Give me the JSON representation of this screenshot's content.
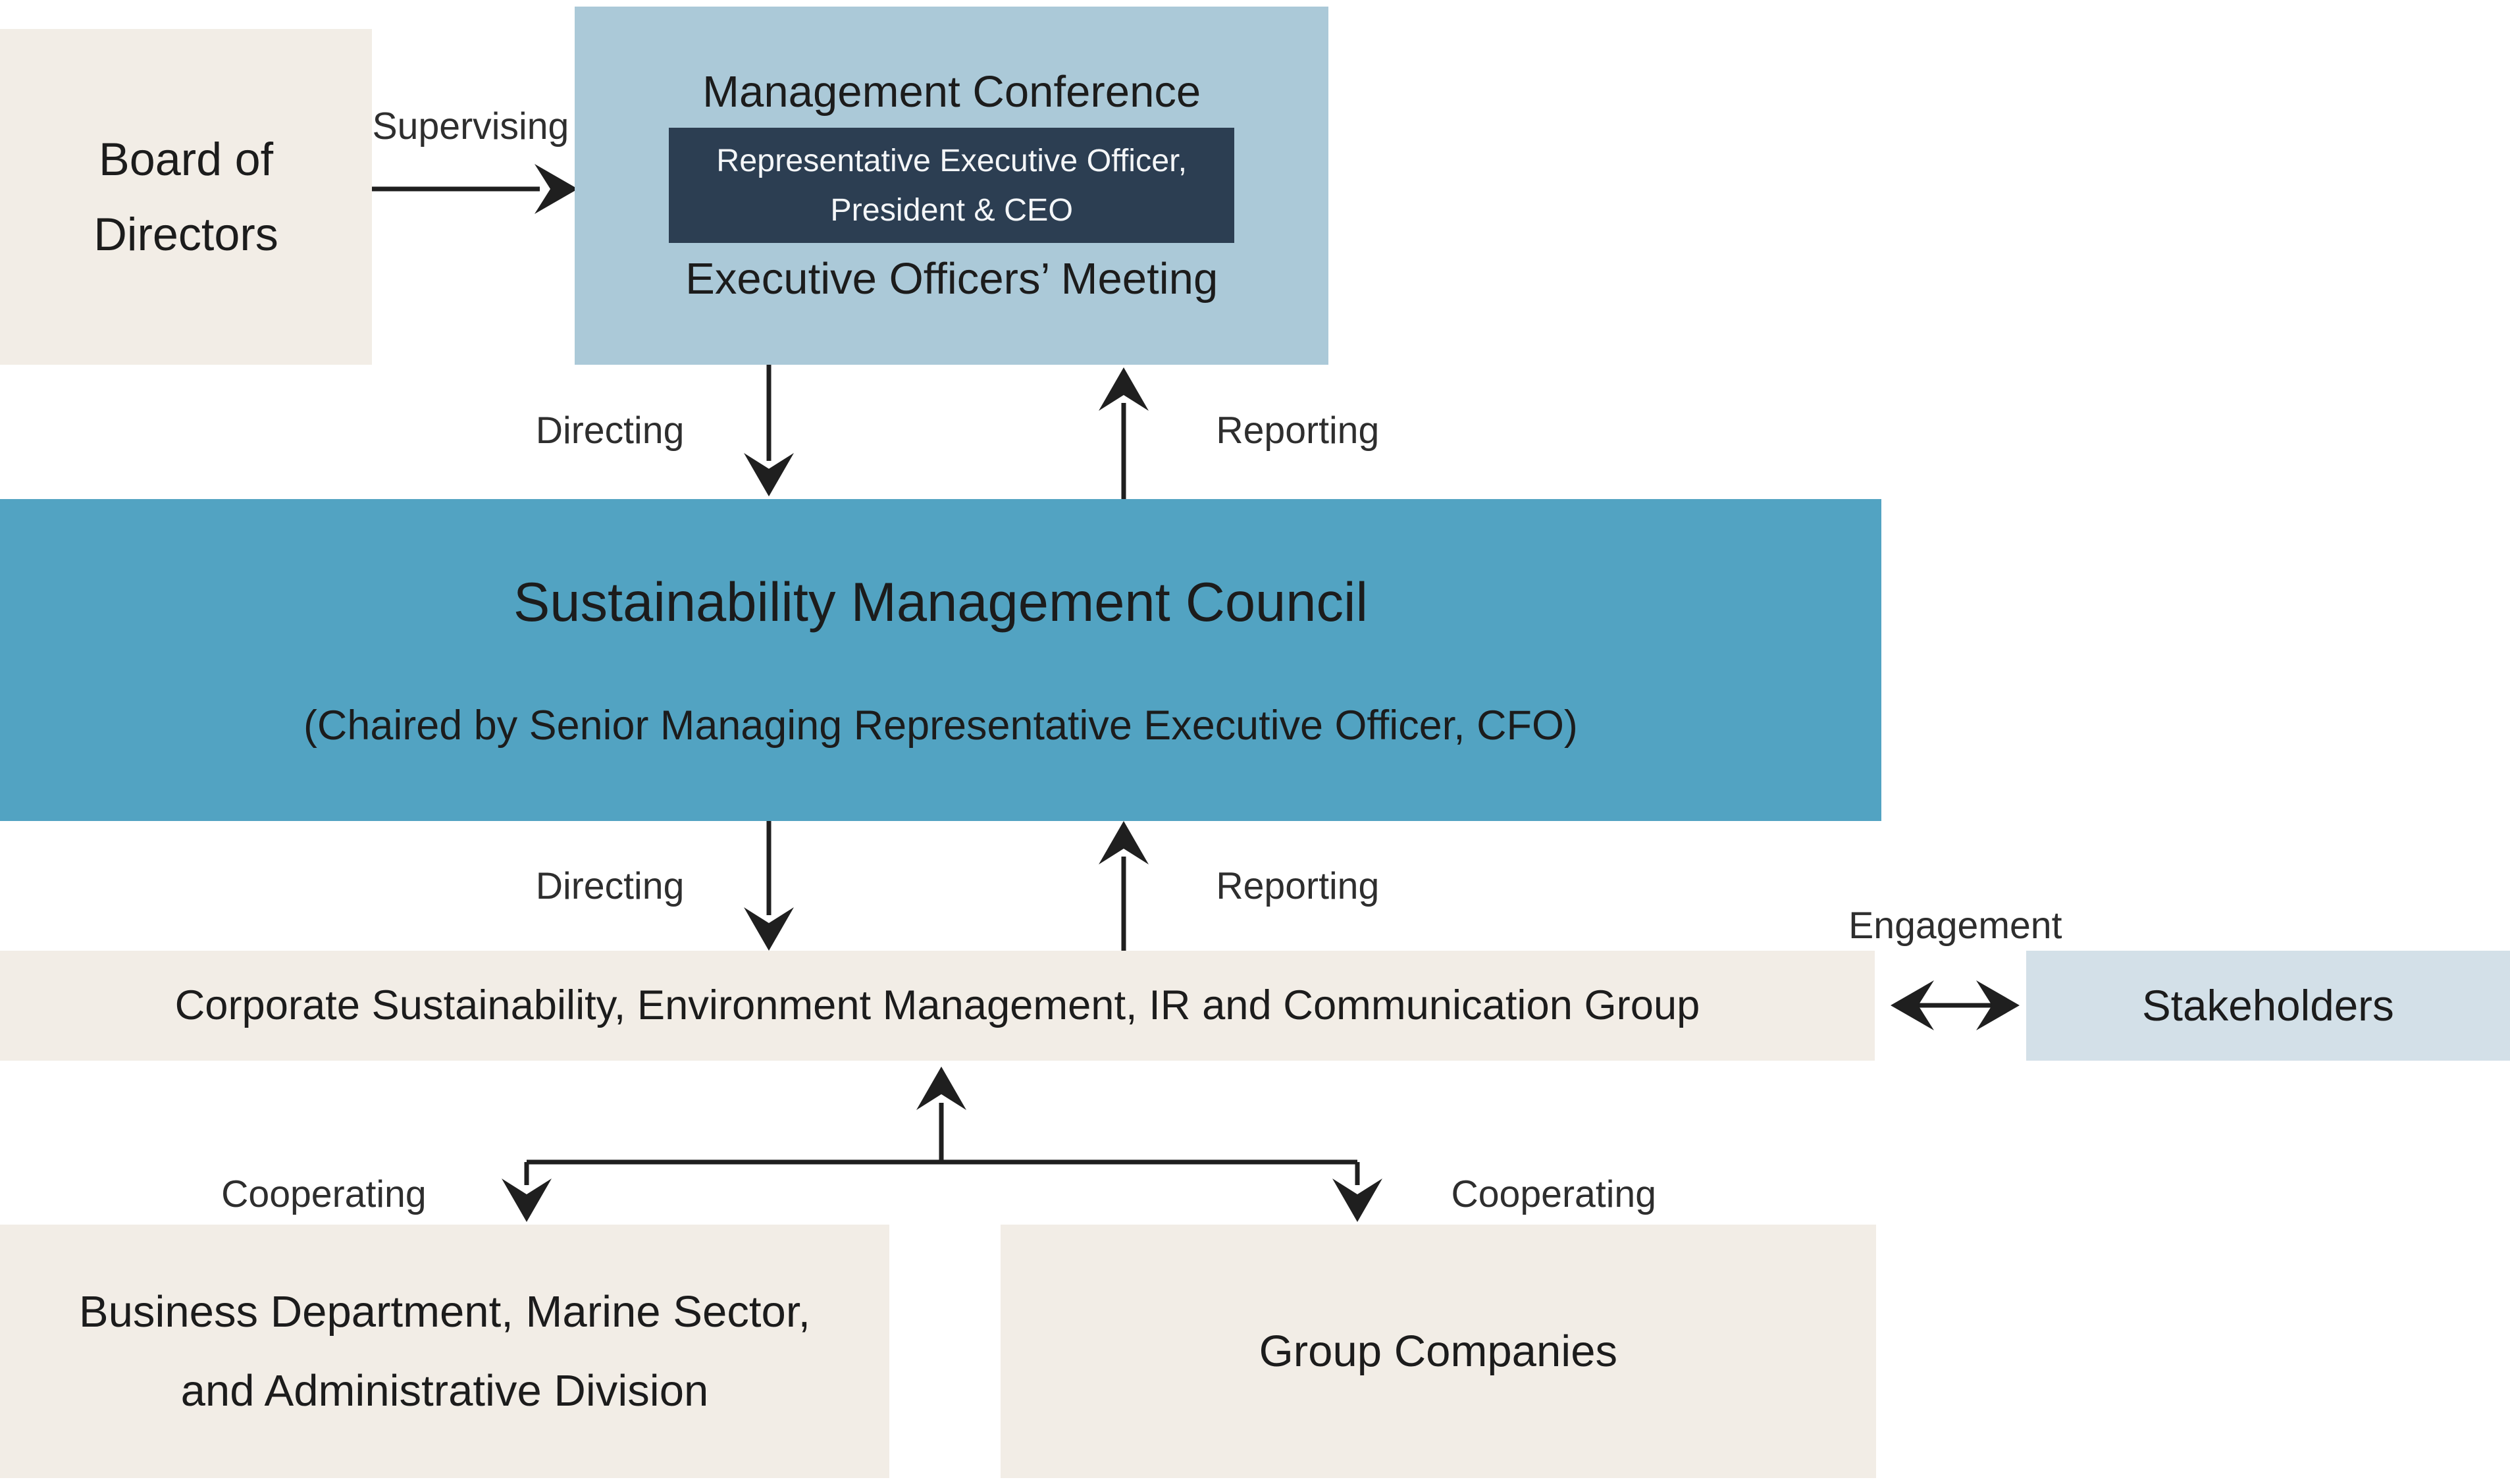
{
  "palette": {
    "page_bg": "#ffffff",
    "beige": "#f2ede6",
    "light_blue": "#abc9d8",
    "navy": "#2c3e52",
    "teal": "#52a3c2",
    "pale_blue": "#d3e0e8",
    "ink": "#1c1c1c",
    "label_ink": "#2e2e2e",
    "arrow": "#1f1f1f",
    "navy_text": "#f4f6f8"
  },
  "nodes": {
    "board": {
      "lines": [
        "Board of",
        "Directors"
      ]
    },
    "management": {
      "title": "Management Conference",
      "executive_badge_lines": [
        "Representative Executive Officer,",
        "President & CEO"
      ],
      "meeting": "Executive Officers’ Meeting"
    },
    "council": {
      "title": "Sustainability Management Council",
      "subtitle": "(Chaired by Senior Managing Representative Executive Officer, CFO)"
    },
    "sustainability_group": {
      "label": "Corporate Sustainability, Environment Management, IR and Communication Group"
    },
    "stakeholders": {
      "label": "Stakeholders"
    },
    "business_division": {
      "lines": [
        "Business Department, Marine Sector,",
        "and Administrative Division"
      ]
    },
    "group_companies": {
      "label": "Group Companies"
    }
  },
  "edge_labels": {
    "supervising": "Supervising",
    "directing_top": "Directing",
    "reporting_top": "Reporting",
    "directing_middle": "Directing",
    "reporting_middle": "Reporting",
    "engagement": "Engagement",
    "cooperating_left": "Cooperating",
    "cooperating_right": "Cooperating"
  }
}
